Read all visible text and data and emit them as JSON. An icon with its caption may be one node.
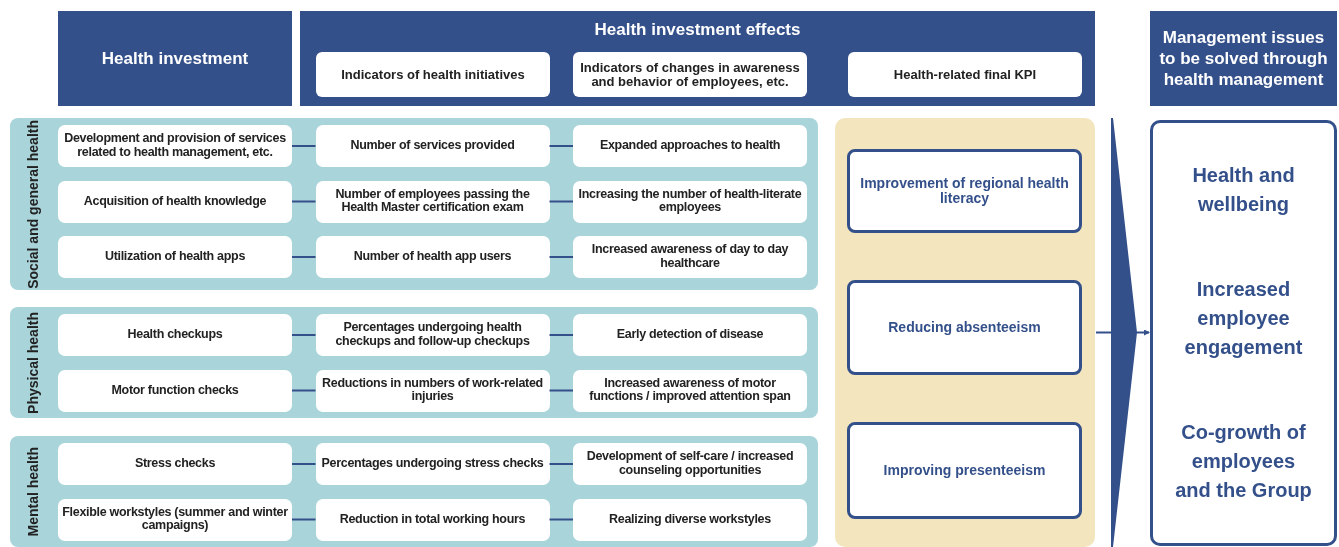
{
  "diagram": {
    "nodes": [
      {
        "text": [
          "Health investment"
        ]
      },
      {
        "text": [
          "Health investment effects"
        ]
      },
      {
        "text": [
          "Indicators of health initiatives"
        ],
        "in": 1
      },
      {
        "text": [
          "Indicators of changes in awareness and behavior of employees, etc."
        ],
        "in": 1
      },
      {
        "text": [
          "Health-related final KPI"
        ],
        "in": 1
      },
      {
        "text": [
          "Management issues to be solved through health management"
        ]
      },
      {
        "text": [
          "Social and general health"
        ]
      },
      {
        "text": [
          "Development and provision of services related to health management, etc."
        ],
        "in": 6
      },
      {
        "text": [
          "Number of services provided"
        ],
        "in": 6
      },
      {
        "text": [
          "Expanded approaches to health"
        ],
        "in": 6
      },
      {
        "text": [
          "Acquisition of health knowledge"
        ],
        "in": 6
      },
      {
        "text": [
          "Number of employees passing the Health Master certification exam"
        ],
        "in": 6
      },
      {
        "text": [
          "Increasing the number of health-literate employees"
        ],
        "in": 6
      },
      {
        "text": [
          "Utilization of health apps"
        ],
        "in": 6
      },
      {
        "text": [
          "Number of health app users"
        ],
        "in": 6
      },
      {
        "text": [
          "Increased awareness of day to day healthcare"
        ],
        "in": 6
      },
      {
        "text": [
          "Physical health"
        ]
      },
      {
        "text": [
          "Health checkups"
        ],
        "in": 16
      },
      {
        "text": [
          "Percentages undergoing health checkups and follow-up checkups"
        ],
        "in": 16
      },
      {
        "text": [
          "Early detection of disease"
        ],
        "in": 16
      },
      {
        "text": [
          "Motor function checks"
        ],
        "in": 16
      },
      {
        "text": [
          "Reductions in numbers of work-related injuries"
        ],
        "in": 16
      },
      {
        "text": [
          "Increased awareness of motor functions / improved attention span"
        ],
        "in": 16
      },
      {
        "text": [
          "Mental health"
        ]
      },
      {
        "text": [
          "Stress checks"
        ],
        "in": 23
      },
      {
        "text": [
          "Percentages undergoing stress checks"
        ],
        "in": 23
      },
      {
        "text": [
          "Development of self-care / increased counseling opportunities"
        ],
        "in": 23
      },
      {
        "text": [
          "Flexible workstyles (summer and winter campaigns)"
        ],
        "in": 23
      },
      {
        "text": [
          "Reduction in total working hours"
        ],
        "in": 23
      },
      {
        "text": [
          "Realizing diverse workstyles"
        ],
        "in": 23
      },
      {
        "text": [],
        "shape": "box"
      },
      {
        "text": [
          "Improvement of regional health literacy"
        ],
        "in": 30
      },
      {
        "text": [
          "Reducing absenteeism"
        ],
        "in": 30
      },
      {
        "text": [
          "Improving presenteeism"
        ],
        "in": 30
      },
      {
        "text": [
          "Health and wellbeing",
          "Increased employee engagement",
          "Co-growth of employees and the Group"
        ]
      }
    ],
    "edges": [
      {
        "from": 7,
        "to": 8,
        "arrow": "none"
      },
      {
        "from": 8,
        "to": 9,
        "arrow": "none"
      },
      {
        "from": 10,
        "to": 11,
        "arrow": "none"
      },
      {
        "from": 11,
        "to": 12,
        "arrow": "none"
      },
      {
        "from": 13,
        "to": 14,
        "arrow": "none"
      },
      {
        "from": 14,
        "to": 15,
        "arrow": "none"
      },
      {
        "from": 17,
        "to": 18,
        "arrow": "none"
      },
      {
        "from": 18,
        "to": 19,
        "arrow": "none"
      },
      {
        "from": 20,
        "to": 21,
        "arrow": "none"
      },
      {
        "from": 21,
        "to": 22,
        "arrow": "none"
      },
      {
        "from": 24,
        "to": 25,
        "arrow": "none"
      },
      {
        "from": 25,
        "to": 26,
        "arrow": "none"
      },
      {
        "from": 27,
        "to": 28,
        "arrow": "none"
      },
      {
        "from": 28,
        "to": 29,
        "arrow": "none"
      },
      {
        "from": 30,
        "to": 34,
        "arrow": "to"
      }
    ]
  }
}
